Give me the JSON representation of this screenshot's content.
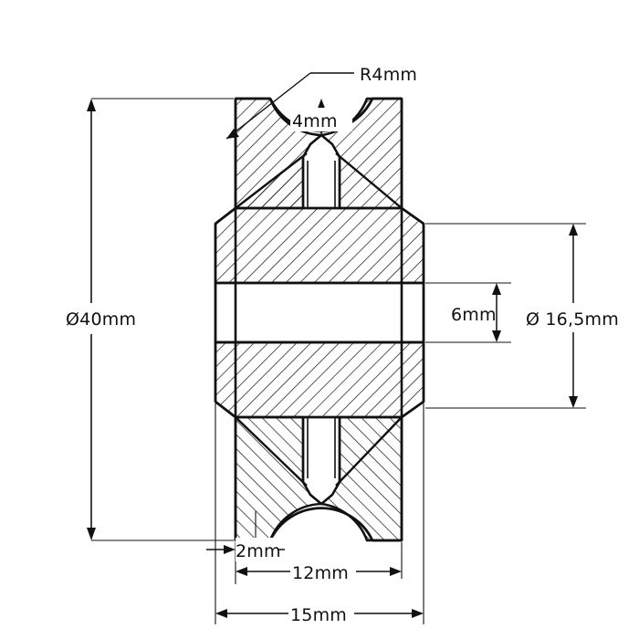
{
  "drawing": {
    "title": "Pulley cross-section technical drawing",
    "units": "mm",
    "line_color": "#111111",
    "hatch_color": "#111111",
    "background": "#ffffff"
  },
  "dimensions": {
    "outer_diameter": "Ø40mm",
    "bore_diameter": "Ø 16,5mm",
    "hub_width": "6mm",
    "groove_depth": "4mm",
    "groove_radius": "R4mm",
    "flange_thickness": "2mm",
    "inner_width": "12mm",
    "overall_width": "15mm"
  },
  "annotations": [
    {
      "name": "outer-diameter",
      "label": "Ø40mm",
      "orientation": "vertical",
      "side": "left"
    },
    {
      "name": "groove-radius",
      "label": "R4mm",
      "orientation": "leader",
      "side": "top"
    },
    {
      "name": "groove-depth",
      "label": "4mm",
      "orientation": "vertical",
      "side": "top-center"
    },
    {
      "name": "hub-width",
      "label": "6mm",
      "orientation": "vertical",
      "side": "right-inner"
    },
    {
      "name": "bore-diameter",
      "label": "Ø 16,5mm",
      "orientation": "vertical",
      "side": "right-outer"
    },
    {
      "name": "flange-thickness",
      "label": "2mm",
      "orientation": "horizontal",
      "side": "bottom-inner"
    },
    {
      "name": "inner-width",
      "label": "12mm",
      "orientation": "horizontal",
      "side": "bottom"
    },
    {
      "name": "overall-width",
      "label": "15mm",
      "orientation": "horizontal",
      "side": "bottom-outer"
    }
  ]
}
